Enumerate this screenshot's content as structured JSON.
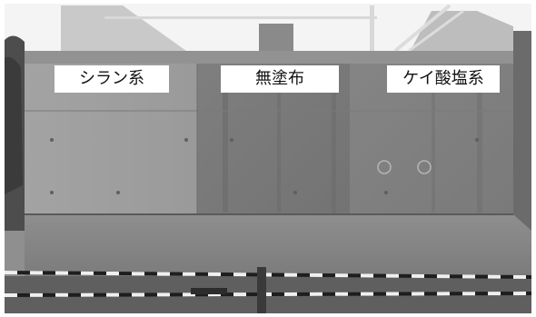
{
  "labels": {
    "left": "シラン系",
    "center": "無塗布",
    "right": "ケイ酸塩系"
  },
  "colors": {
    "sky": "#f4f4f4",
    "concrete_light": "#a9a9a9",
    "concrete_mid": "#8c8c8c",
    "concrete_dark": "#6e6e6e",
    "foliage": "#4a4a4a",
    "label_bg": "#ffffff"
  }
}
